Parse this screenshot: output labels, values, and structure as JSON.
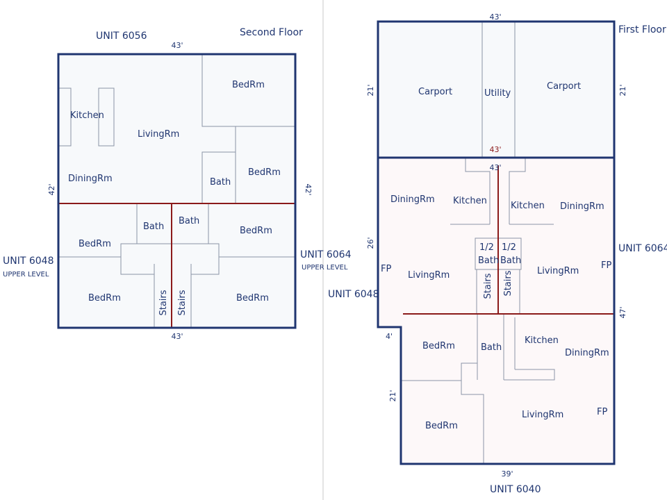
{
  "second_floor": {
    "title": "Second Floor",
    "unit_top": "UNIT 6056",
    "unit_left": "UNIT 6048",
    "unit_left_sub": "UPPER LEVEL",
    "unit_right": "UNIT 6064",
    "unit_right_sub": "UPPER LEVEL",
    "dims": {
      "top": "43'",
      "bottom": "43'",
      "left": "42'",
      "right": "42'"
    },
    "rooms": {
      "kitchen": "Kitchen",
      "living": "LivingRm",
      "dining": "DiningRm",
      "bed_top_right": "BedRm",
      "bed_mid_right": "BedRm",
      "bath_upper": "Bath",
      "bed_left_upper": "BedRm",
      "bath_lower_left": "Bath",
      "bath_lower_right": "Bath",
      "bed_right_upper": "BedRm",
      "bed_left_lower": "BedRm",
      "stairs_left": "Stairs",
      "stairs_right": "Stairs",
      "bed_right_lower": "BedRm"
    }
  },
  "first_floor": {
    "title": "First Floor",
    "unit_left": "UNIT 6048",
    "unit_right": "UNIT 6064",
    "unit_bottom": "UNIT 6040",
    "dims": {
      "top": "43'",
      "carport_left": "21'",
      "carport_right": "21'",
      "mid_red": "43'",
      "mid_inner": "43'",
      "left_mid": "26'",
      "right_mid": "47'",
      "step": "4'",
      "left_lower": "21'",
      "bottom": "39'"
    },
    "rooms": {
      "carport_left": "Carport",
      "utility": "Utility",
      "carport_right": "Carport",
      "dining_left": "DiningRm",
      "kitchen_left": "Kitchen",
      "kitchen_right": "Kitchen",
      "dining_right": "DiningRm",
      "half_bath_left_a": "1/2",
      "half_bath_left_b": "Bath",
      "half_bath_right_a": "1/2",
      "half_bath_right_b": "Bath",
      "fp_left": "FP",
      "living_left": "LivingRm",
      "stairs_left": "Stairs",
      "stairs_right": "Stairs",
      "living_right": "LivingRm",
      "fp_right": "FP",
      "bed_lower_upper": "BedRm",
      "bath_lower": "Bath",
      "kitchen_lower": "Kitchen",
      "dining_lower": "DiningRm",
      "bed_lower_lower": "BedRm",
      "living_lower": "LivingRm",
      "fp_lower": "FP"
    }
  },
  "colors": {
    "wall": "#1f3570",
    "party_wall": "#8b1a1a",
    "interior_wall": "#8a94a6",
    "plan_fill": "#f7f9fb"
  }
}
